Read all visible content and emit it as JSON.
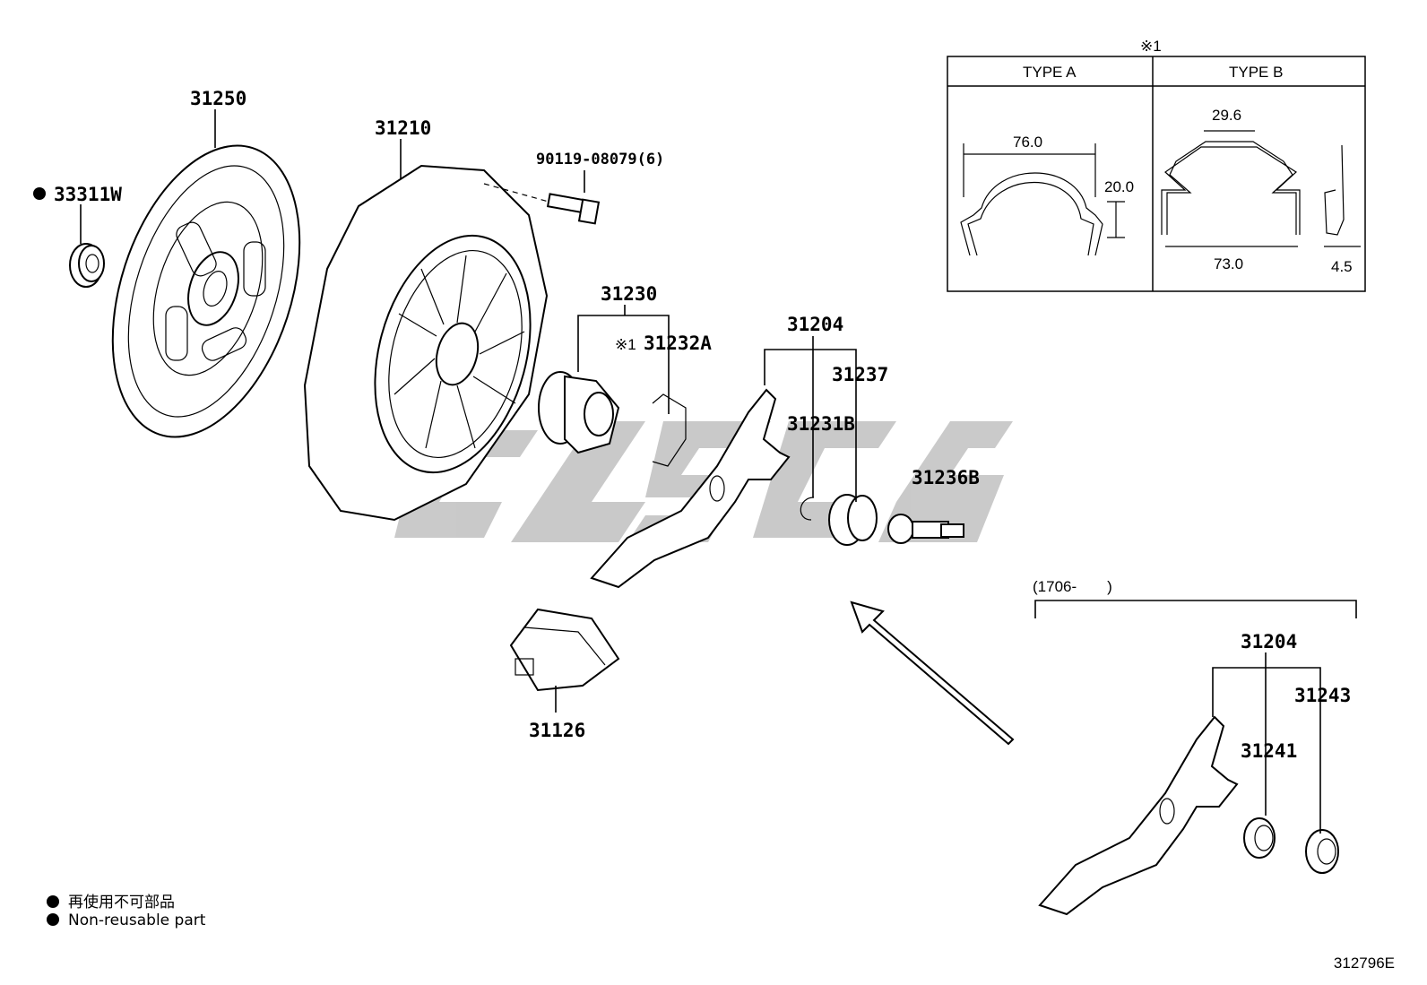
{
  "labels": {
    "p33311w": "33311W",
    "p31250": "31250",
    "p31210": "31210",
    "p90119": "90119-08079(6)",
    "p31230": "31230",
    "p31232a": "31232A",
    "p31204": "31204",
    "p31237": "31237",
    "p31231b": "31231B",
    "p31236b": "31236B",
    "p31126": "31126",
    "p31204_alt": "31204",
    "p31243": "31243",
    "p31241": "31241"
  },
  "note_marker": "※1",
  "inset": {
    "marker": "※1",
    "type_a": {
      "header": "TYPE A",
      "width": "76.0",
      "height": "20.0"
    },
    "type_b": {
      "header": "TYPE B",
      "top_width": "29.6",
      "width": "73.0",
      "thickness": "4.5"
    }
  },
  "variant_range": "(1706-　　)",
  "legend": [
    {
      "text": "再使用不可部品"
    },
    {
      "text": "Non-reusable part"
    }
  ],
  "ref_code": "312796E",
  "watermark_color": "#bdbdbd"
}
